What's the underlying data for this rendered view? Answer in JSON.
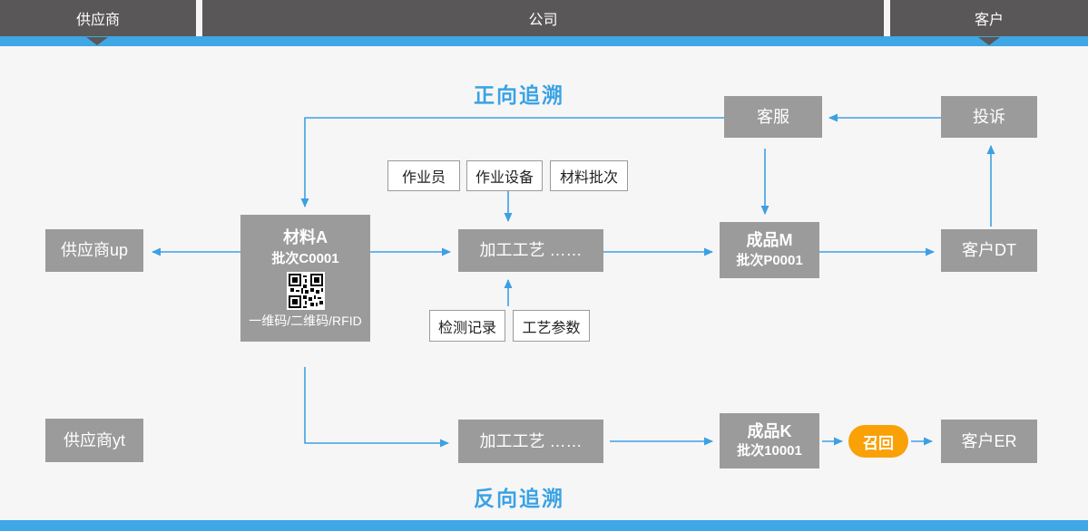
{
  "top_bar": {
    "segments": [
      {
        "label": "供应商"
      },
      {
        "label": "公司"
      },
      {
        "label": "客户"
      }
    ]
  },
  "titles": {
    "forward": "正向追溯",
    "backward": "反向追溯"
  },
  "nodes": {
    "supplier_up": {
      "label": "供应商up"
    },
    "supplier_yt": {
      "label": "供应商yt"
    },
    "service": {
      "label": "客服"
    },
    "complaint": {
      "label": "投诉"
    },
    "material": {
      "title": "材料A",
      "batch": "批次C0001",
      "code_caption": "一维码/二维码/RFID",
      "qr_icon": "qr-code"
    },
    "process1": {
      "label": "加工工艺  ……"
    },
    "process2": {
      "label": "加工工艺  ……"
    },
    "product_m": {
      "title": "成品M",
      "batch": "批次P0001"
    },
    "product_k": {
      "title": "成品K",
      "batch": "批次10001"
    },
    "customer_dt": {
      "label": "客户DT"
    },
    "customer_er": {
      "label": "客户ER"
    },
    "recall": {
      "label": "召回"
    },
    "tags_top": [
      "作业员",
      "作业设备",
      "材料批次"
    ],
    "tags_bottom": [
      "检测记录",
      "工艺参数"
    ]
  },
  "colors": {
    "accent_blue": "#3da0e3",
    "stripe_blue": "#3fa7e5",
    "bar_dark_gray": "#595757",
    "node_gray": "#9b9b9b",
    "recall_orange": "#f9a106",
    "background": "#f6f6f7"
  }
}
